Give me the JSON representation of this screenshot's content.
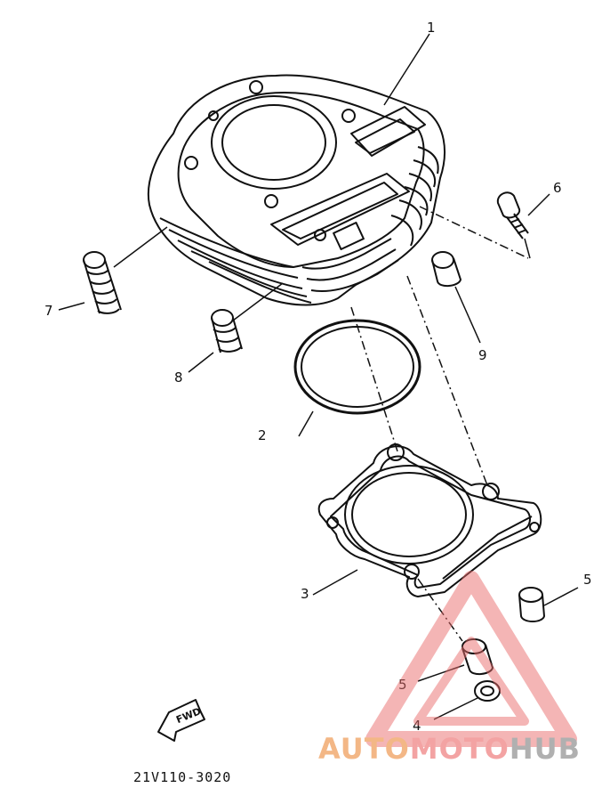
{
  "diagram": {
    "callouts": [
      "1",
      "2",
      "3",
      "4",
      "5",
      "5",
      "6",
      "7",
      "8",
      "9"
    ],
    "part_code": "21V110-3020",
    "fwd_label": "FWD"
  },
  "watermark": {
    "part1": "AUTO",
    "part2": "MOTO",
    "part3": "HUB",
    "colors": {
      "auto": "#f2b07a",
      "moto": "#f29a9a",
      "hub": "#a8a8a8",
      "triangle": "#e86a6a"
    }
  }
}
